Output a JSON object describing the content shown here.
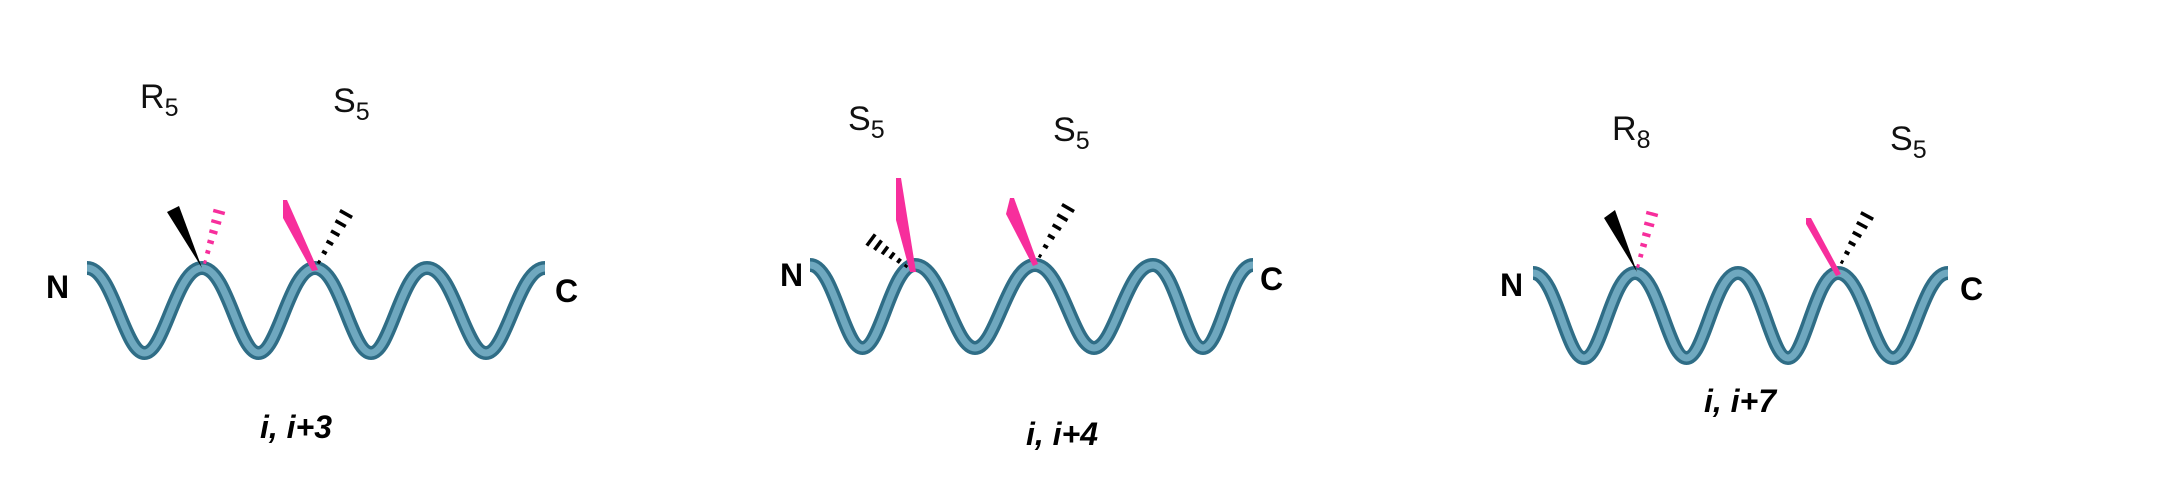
{
  "colors": {
    "staple": "#f72e9c",
    "helix_light": "#6fa8bf",
    "helix_dark": "#2f6d86",
    "ink": "#000000"
  },
  "termini": {
    "n": "N",
    "c": "C"
  },
  "panels": [
    {
      "caption": "i, i+3",
      "left_residue": {
        "letter": "R",
        "sub": "5"
      },
      "right_residue": {
        "letter": "S",
        "sub": "5"
      }
    },
    {
      "caption": "i, i+4",
      "left_residue": {
        "letter": "S",
        "sub": "5"
      },
      "right_residue": {
        "letter": "S",
        "sub": "5"
      }
    },
    {
      "caption": "i, i+7",
      "left_residue": {
        "letter": "R",
        "sub": "8"
      },
      "right_residue": {
        "letter": "S",
        "sub": "5"
      }
    }
  ]
}
